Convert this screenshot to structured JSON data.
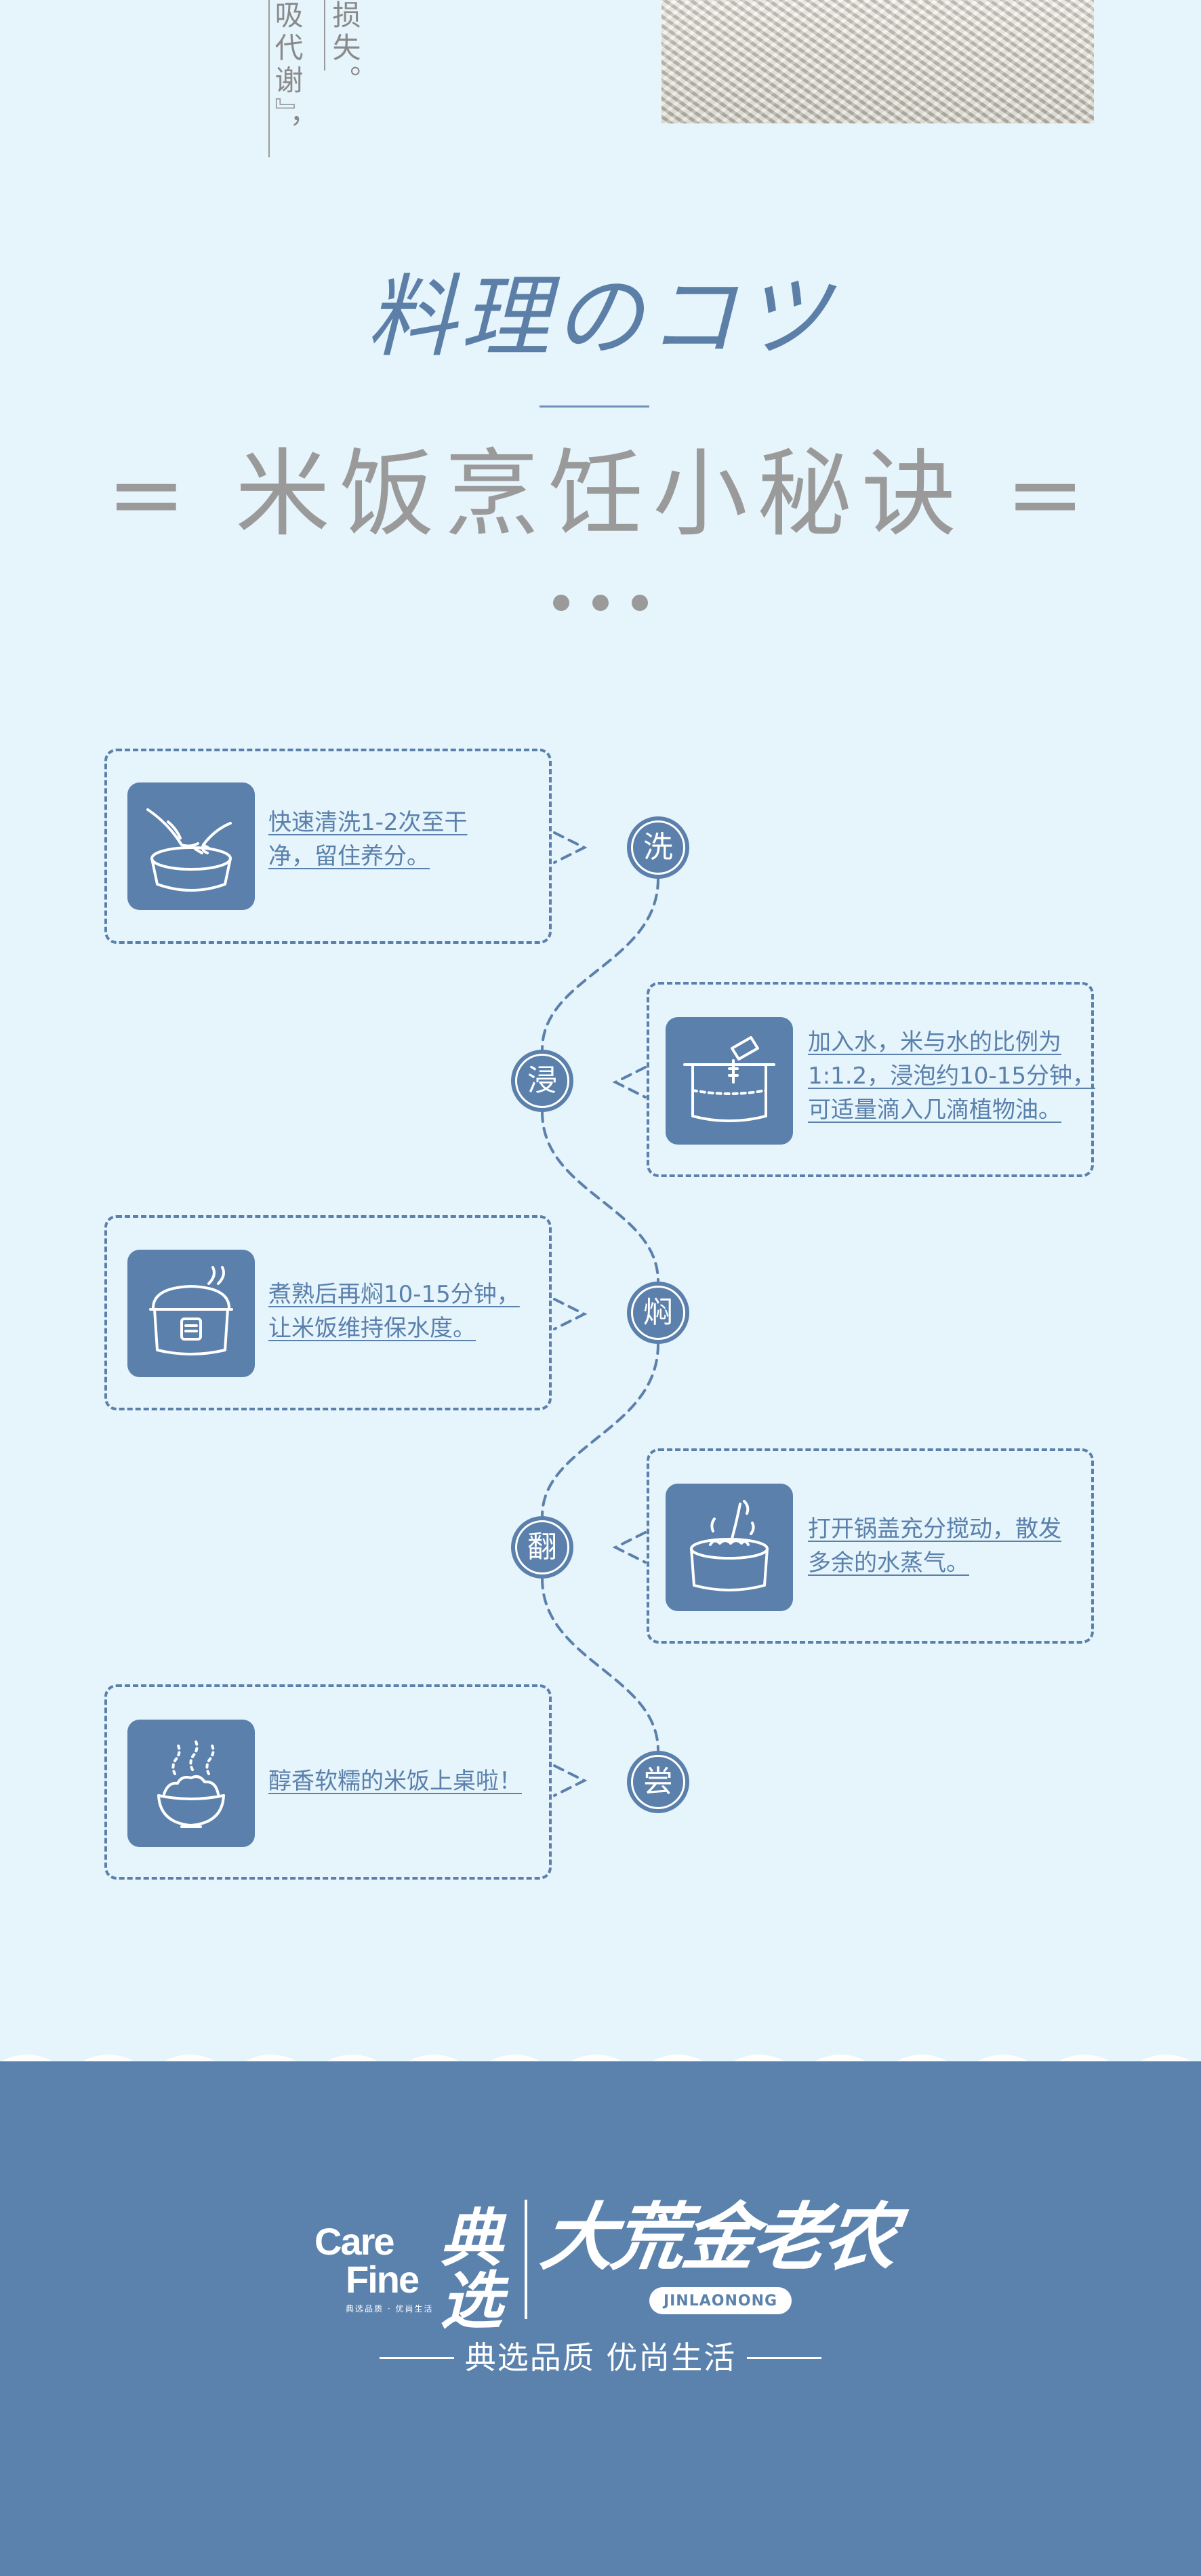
{
  "colors": {
    "background": "#e6f4fc",
    "accent": "#5a80ab",
    "heading_gray": "#9a9a9a",
    "footer": "#5b82ad",
    "white": "#ffffff"
  },
  "top_fragment": {
    "col1": "损失。",
    "col2": "吸代谢』，"
  },
  "heading": {
    "jp_title": "料理のコツ",
    "cn_title": "= 米饭烹饪小秘诀 ="
  },
  "steps": [
    {
      "node": "洗",
      "icon": "washing-rice-icon",
      "lines": [
        "快速清洗1-2次至干",
        "净，留住养分。"
      ]
    },
    {
      "node": "浸",
      "icon": "soaking-pot-icon",
      "lines": [
        "加入水，米与水的比例为",
        "1:1.2，浸泡约10-15分钟，",
        "可适量滴入几滴植物油。"
      ]
    },
    {
      "node": "焖",
      "icon": "rice-cooker-icon",
      "lines": [
        "煮熟后再焖10-15分钟，",
        "让米饭维持保水度。"
      ]
    },
    {
      "node": "翻",
      "icon": "stirring-pot-icon",
      "lines": [
        "打开锅盖充分搅动，散发",
        "多余的水蒸气。"
      ]
    },
    {
      "node": "尝",
      "icon": "rice-bowl-icon",
      "lines": [
        "醇香软糯的米饭上桌啦！"
      ]
    }
  ],
  "footer": {
    "care_line1": "Care",
    "care_line2": "Fine",
    "dianxuan": "典选",
    "care_tagline": "典选品质 · 优尚生活",
    "brand_cn": "大荒金老农",
    "brand_en": "JINLAONONG",
    "slogan": "典选品质 优尚生活"
  }
}
